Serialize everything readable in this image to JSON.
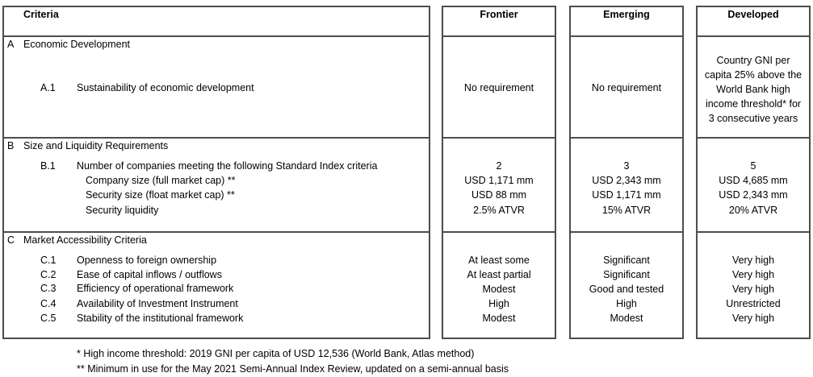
{
  "headers": {
    "criteria": "Criteria",
    "frontier": "Frontier",
    "emerging": "Emerging",
    "developed": "Developed"
  },
  "sections": {
    "A": {
      "letter": "A",
      "title": "Economic Development",
      "items": [
        {
          "code": "A.1",
          "label": "Sustainability of economic development",
          "frontier": "No requirement",
          "emerging": "No requirement",
          "developed": "Country GNI per capita 25% above the World Bank high income threshold* for 3 consecutive years"
        }
      ]
    },
    "B": {
      "letter": "B",
      "title": "Size and Liquidity Requirements",
      "b1": {
        "code": "B.1",
        "label": "Number of companies meeting the following Standard Index criteria",
        "frontier": "2",
        "emerging": "3",
        "developed": "5"
      },
      "sub": [
        {
          "label": "Company size (full market cap) **",
          "frontier": "USD 1,171 mm",
          "emerging": "USD 2,343 mm",
          "developed": "USD 4,685 mm"
        },
        {
          "label": "Security size (float market cap) **",
          "frontier": "USD 88 mm",
          "emerging": "USD 1,171 mm",
          "developed": "USD 2,343 mm"
        },
        {
          "label": "Security liquidity",
          "frontier": "2.5% ATVR",
          "emerging": "15% ATVR",
          "developed": "20% ATVR"
        }
      ]
    },
    "C": {
      "letter": "C",
      "title": "Market Accessibility Criteria",
      "items": [
        {
          "code": "C.1",
          "label": "Openness to foreign ownership",
          "frontier": "At least some",
          "emerging": "Significant",
          "developed": "Very high"
        },
        {
          "code": "C.2",
          "label": "Ease of capital inflows / outflows",
          "frontier": "At least partial",
          "emerging": "Significant",
          "developed": "Very high"
        },
        {
          "code": "C.3",
          "label": "Efficiency of operational framework",
          "frontier": "Modest",
          "emerging": "Good and tested",
          "developed": "Very high"
        },
        {
          "code": "C.4",
          "label": "Availability of Investment Instrument",
          "frontier": "High",
          "emerging": "High",
          "developed": "Unrestricted"
        },
        {
          "code": "C.5",
          "label": "Stability of the institutional framework",
          "frontier": "Modest",
          "emerging": "Modest",
          "developed": "Very high"
        }
      ]
    }
  },
  "footnotes": [
    "* High income threshold: 2019 GNI per capita of USD 12,536 (World Bank, Atlas method)",
    "** Minimum in use for the May 2021 Semi-Annual Index Review, updated on a semi-annual basis"
  ]
}
